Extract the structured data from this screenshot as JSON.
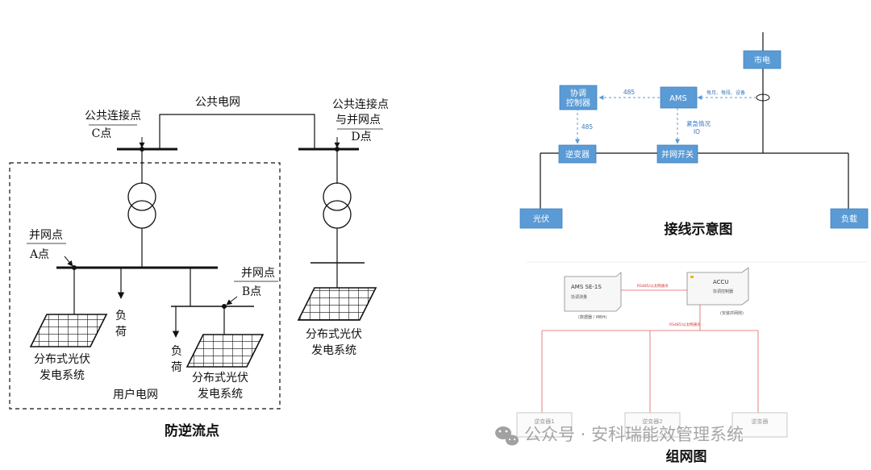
{
  "left": {
    "public_grid": "公共电网",
    "pcc_c_line1": "公共连接点",
    "pcc_c_line2": "C点",
    "pcc_d_line1": "公共连接点",
    "pcc_d_line2": "与并网点",
    "pcc_d_line3": "D点",
    "grid_a_line1": "并网点",
    "grid_a_line2": "A点",
    "grid_b_line1": "并网点",
    "grid_b_line2": "B点",
    "load1_line1": "负",
    "load1_line2": "荷",
    "load2_line1": "负",
    "load2_line2": "荷",
    "pv1_line1": "分布式光伏",
    "pv1_line2": "发电系统",
    "pv2_line1": "分布式光伏",
    "pv2_line2": "发电系统",
    "pv3_line1": "分布式光伏",
    "pv3_line2": "发电系统",
    "user_grid": "用户电网",
    "caption": "防逆流点"
  },
  "wiring": {
    "mains": "市电",
    "ams": "AMS",
    "coord_line1": "协调",
    "coord_line2": "控制器",
    "inverter": "逆变器",
    "grid_switch": "并网开关",
    "pv": "光伏",
    "load": "负载",
    "label_485_h": "485",
    "label_485_v": "485",
    "signal_label": "每月、每段、设备",
    "emergency_line1": "紧急情况",
    "emergency_line2": "IO",
    "caption": "接线示意图"
  },
  "network": {
    "meter_name": "AMS SE-1S",
    "meter_sub": "协调测量",
    "meter_note": "(数据器 / MBH)",
    "accu_name": "ACCU",
    "accu_sub": "协调控制器",
    "accu_note": "(安装并网侧)",
    "link_label_top": "RS485/以太网通讯",
    "link_label_mid": "RS485/以太网通讯",
    "inverter1": "逆变器1",
    "inverter2": "逆变器2",
    "inverter3": "逆变器",
    "caption": "组网图"
  },
  "watermark": {
    "text": "公众号 · 安科瑞能效管理系统",
    "icon": "wechat-icon"
  },
  "colors": {
    "box_blue": "#5b9bd5",
    "link_red": "#e06060",
    "dashed_blue": "#5b9bd5"
  }
}
